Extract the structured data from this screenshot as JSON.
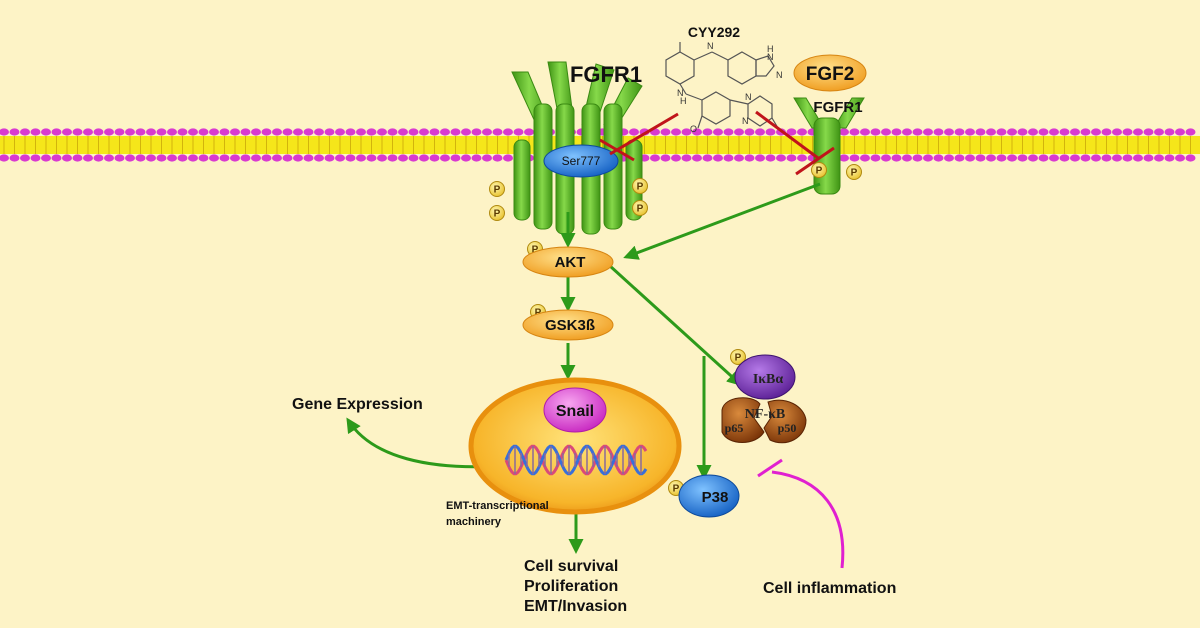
{
  "drug": {
    "name": "CYY292"
  },
  "receptors": {
    "main_label": "FGFR1",
    "ligand_label": "FGF2",
    "secondary_label": "FGFR1",
    "site_label": "Ser777"
  },
  "phospho_label": "P",
  "nodes": {
    "akt": "AKT",
    "gsk3b": "GSK3ß",
    "snail": "Snail",
    "ikba": "IκBα",
    "nfkb": "NF-κB",
    "p65": "p65",
    "p50": "p50",
    "p38": "P38"
  },
  "outcomes": {
    "gene_expression": "Gene Expression",
    "emt_line1": "EMT-transcriptional",
    "emt_line2": "machinery",
    "cell_survival": "Cell survival",
    "proliferation": "Proliferation",
    "invasion": "EMT/Invasion",
    "inflammation": "Cell inflammation"
  },
  "colors": {
    "background": "#fdf3c6",
    "membrane_head": "#d93ad0",
    "membrane_tail": "#f5e61a",
    "receptor": "#55b81f",
    "activation_arrow": "#2d9a1a",
    "inhibition": "#c0141a",
    "inflammation_inhibition": "#e020d0",
    "kinase": "#f5b23a",
    "snail": "#e04fd8",
    "ikba": "#7d2cb8",
    "nfkb": "#9c4a12",
    "p38": "#1f74d8"
  }
}
